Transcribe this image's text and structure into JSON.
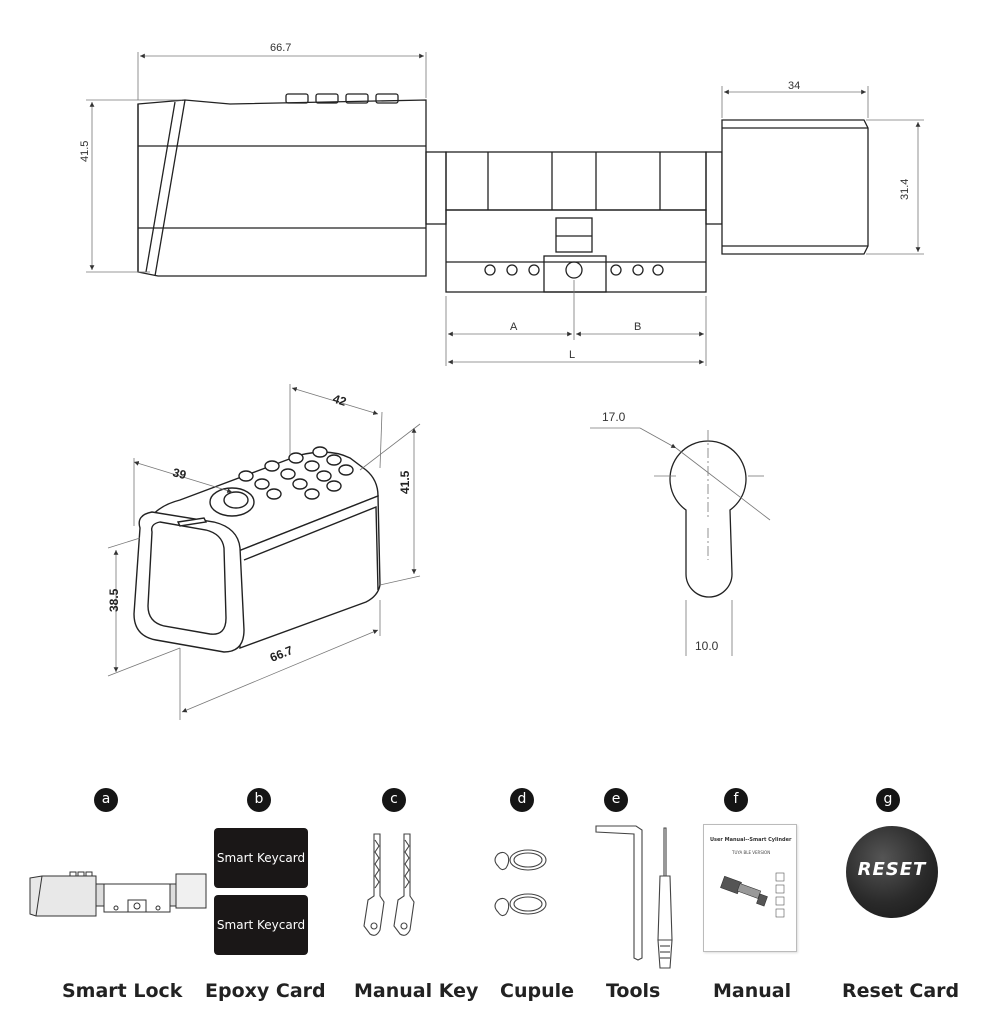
{
  "top_view": {
    "dim_body_length": "66.7",
    "dim_body_height": "41.5",
    "dim_knob_length": "34",
    "dim_knob_height": "31.4",
    "dim_a": "A",
    "dim_b": "B",
    "dim_l": "L"
  },
  "iso_view": {
    "dim_depth": "42",
    "dim_width": "39",
    "dim_height": "41.5",
    "dim_face_height": "38.5",
    "dim_length": "66.7"
  },
  "profile_view": {
    "dim_diameter": "17.0",
    "dim_bottom": "10.0"
  },
  "items": [
    {
      "letter": "a",
      "label": "Smart Lock"
    },
    {
      "letter": "b",
      "label": "Epoxy Card"
    },
    {
      "letter": "c",
      "label": "Manual Key"
    },
    {
      "letter": "d",
      "label": "Cupule"
    },
    {
      "letter": "e",
      "label": "Tools"
    },
    {
      "letter": "f",
      "label": "Manual"
    },
    {
      "letter": "g",
      "label": "Reset Card"
    }
  ],
  "epoxy_card": {
    "card1": "Smart Keycard",
    "card2": "Smart Keycard"
  },
  "manual_doc": {
    "title": "User Manual--Smart Cylinder",
    "subtitle": "TUYA BLE VERSION"
  },
  "reset_card": {
    "text": "RESET"
  }
}
